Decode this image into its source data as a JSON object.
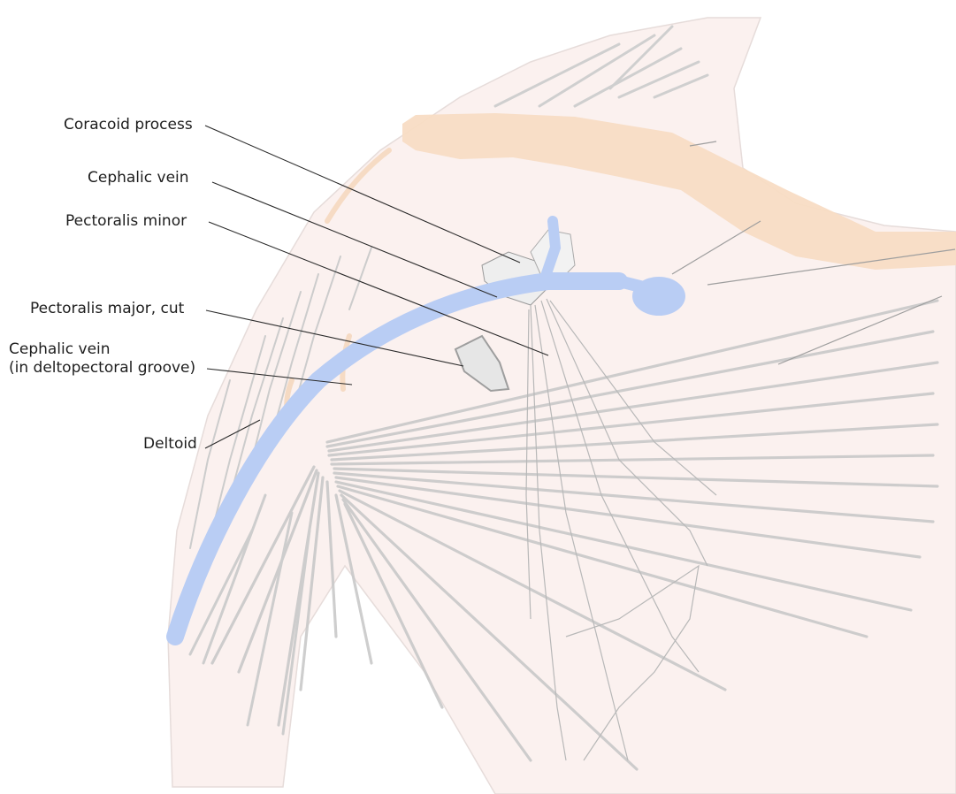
{
  "labels": {
    "coracoid": "Coracoid process",
    "cephalic_vein": "Cephalic vein",
    "pect_minor": "Pectoralis minor",
    "pect_major": "Pectoralis major, cut",
    "cephalic_groove_line1": "Cephalic vein",
    "cephalic_groove_line2": "(in deltopectoral groove)",
    "deltoid": "Deltoid"
  },
  "colors": {
    "skin": "#fbf1ef",
    "bone": "#f8dcc4",
    "vein": "#b9cdf4",
    "muscle_line": "#bdbdbd",
    "leader": "#2a2a2a"
  }
}
